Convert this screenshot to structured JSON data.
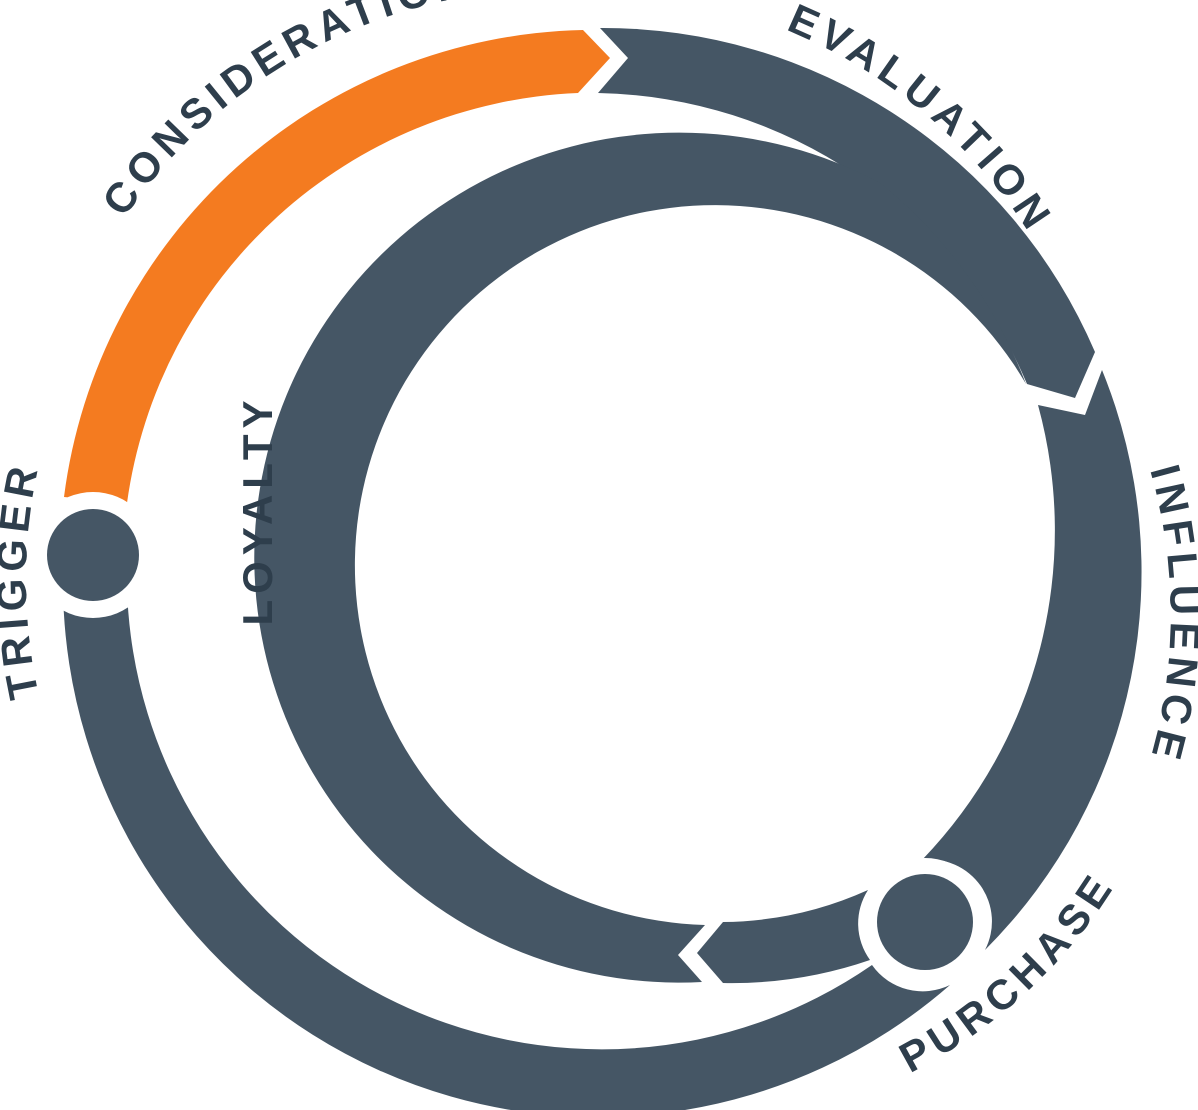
{
  "diagram": {
    "colors": {
      "ring": "#455665",
      "accent": "#F47B20",
      "background": "#FFFFFF",
      "label": "#2E3E4C"
    },
    "stages": {
      "trigger": "TRIGGER",
      "consideration": "CONSIDERATION",
      "evaluation": "EVALUATION",
      "influence": "INFLUENCE",
      "purchase": "PURCHASE",
      "loyalty": "LOYALTY"
    }
  }
}
